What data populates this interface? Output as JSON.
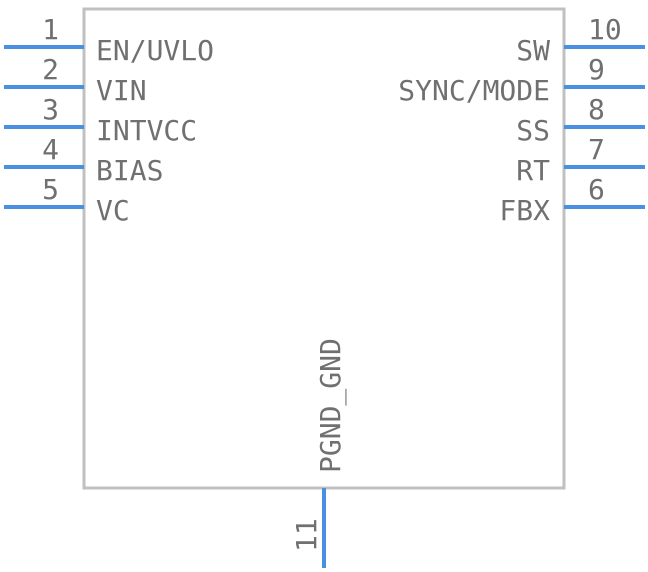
{
  "component": {
    "colors": {
      "body_outline": "#c0c0c0",
      "pin_line": "#4a90e2",
      "text": "#707070"
    },
    "left_pins": [
      {
        "number": "1",
        "name": "EN/UVLO"
      },
      {
        "number": "2",
        "name": "VIN"
      },
      {
        "number": "3",
        "name": "INTVCC"
      },
      {
        "number": "4",
        "name": "BIAS"
      },
      {
        "number": "5",
        "name": "VC"
      }
    ],
    "right_pins": [
      {
        "number": "10",
        "name": "SW"
      },
      {
        "number": "9",
        "name": "SYNC/MODE"
      },
      {
        "number": "8",
        "name": "SS"
      },
      {
        "number": "7",
        "name": "RT"
      },
      {
        "number": "6",
        "name": "FBX"
      }
    ],
    "bottom_pins": [
      {
        "number": "11",
        "name": "PGND_GND"
      }
    ]
  }
}
